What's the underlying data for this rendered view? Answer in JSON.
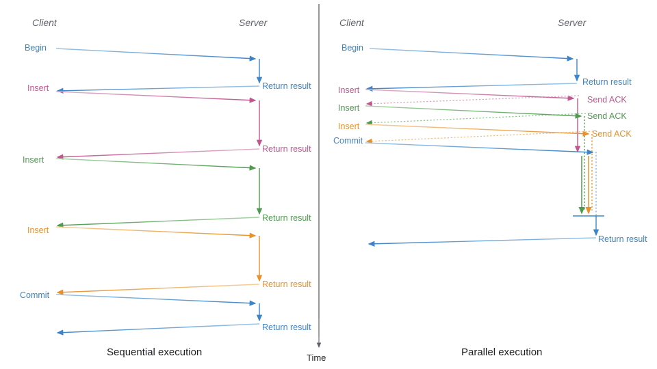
{
  "figure": {
    "title": "Sequential vs parallel transaction execution sequence diagram",
    "background": "#ffffff",
    "time_axis": {
      "label": "Time",
      "direction": "downward",
      "color": "#5f6368"
    }
  },
  "colors": {
    "blue": "#3d85c8",
    "blue_light": "#7fb0dc",
    "pink": "#c2578f",
    "pink_light": "#d9a0bf",
    "green": "#4f9a4f",
    "green_light": "#8fc48f",
    "orange": "#e8912a",
    "orange_light": "#f2bd7e",
    "actor_text": "#5f6368",
    "caption_text": "#202124"
  },
  "left_panel": {
    "caption": "Sequential execution",
    "actors": {
      "client": "Client",
      "server": "Server"
    },
    "client_labels": [
      {
        "text": "Begin",
        "color": "blue"
      },
      {
        "text": "Insert",
        "color": "pink"
      },
      {
        "text": "Insert",
        "color": "green"
      },
      {
        "text": "Insert",
        "color": "orange"
      },
      {
        "text": "Commit",
        "color": "blue"
      }
    ],
    "server_labels": [
      {
        "text": "Return result",
        "color": "blue"
      },
      {
        "text": "Return result",
        "color": "pink"
      },
      {
        "text": "Return result",
        "color": "green"
      },
      {
        "text": "Return result",
        "color": "orange"
      },
      {
        "text": "Return result",
        "color": "blue"
      }
    ]
  },
  "right_panel": {
    "caption": "Parallel execution",
    "actors": {
      "client": "Client",
      "server": "Server"
    },
    "client_labels": [
      {
        "text": "Begin",
        "color": "blue"
      },
      {
        "text": "Insert",
        "color": "pink"
      },
      {
        "text": "Insert",
        "color": "green"
      },
      {
        "text": "Insert",
        "color": "orange"
      },
      {
        "text": "Commit",
        "color": "blue"
      }
    ],
    "server_labels": [
      {
        "text": "Return result",
        "color": "blue"
      },
      {
        "text": "Send ACK",
        "color": "pink"
      },
      {
        "text": "Send ACK",
        "color": "green"
      },
      {
        "text": "Send ACK",
        "color": "orange"
      },
      {
        "text": "Return result",
        "color": "blue"
      }
    ]
  },
  "chart_data": {
    "type": "sequence-diagram",
    "panels": [
      {
        "name": "Sequential execution",
        "lifelines": [
          "Client",
          "Server"
        ],
        "messages": [
          {
            "from": "Client",
            "to": "Server",
            "label": "Begin",
            "color": "blue",
            "style": "solid"
          },
          {
            "from": "Server",
            "to": "Server",
            "label": "",
            "color": "blue",
            "style": "processing"
          },
          {
            "from": "Server",
            "to": "Client",
            "label": "Return result",
            "color": "blue",
            "style": "solid"
          },
          {
            "from": "Client",
            "to": "Server",
            "label": "Insert",
            "color": "pink",
            "style": "solid"
          },
          {
            "from": "Server",
            "to": "Server",
            "label": "",
            "color": "pink",
            "style": "processing"
          },
          {
            "from": "Server",
            "to": "Client",
            "label": "Return result",
            "color": "pink",
            "style": "solid"
          },
          {
            "from": "Client",
            "to": "Server",
            "label": "Insert",
            "color": "green",
            "style": "solid"
          },
          {
            "from": "Server",
            "to": "Server",
            "label": "",
            "color": "green",
            "style": "processing"
          },
          {
            "from": "Server",
            "to": "Client",
            "label": "Return result",
            "color": "green",
            "style": "solid"
          },
          {
            "from": "Client",
            "to": "Server",
            "label": "Insert",
            "color": "orange",
            "style": "solid"
          },
          {
            "from": "Server",
            "to": "Server",
            "label": "",
            "color": "orange",
            "style": "processing"
          },
          {
            "from": "Server",
            "to": "Client",
            "label": "Return result",
            "color": "orange",
            "style": "solid"
          },
          {
            "from": "Client",
            "to": "Server",
            "label": "Commit",
            "color": "blue",
            "style": "solid"
          },
          {
            "from": "Server",
            "to": "Server",
            "label": "",
            "color": "blue",
            "style": "processing"
          },
          {
            "from": "Server",
            "to": "Client",
            "label": "Return result",
            "color": "blue",
            "style": "solid"
          }
        ]
      },
      {
        "name": "Parallel execution",
        "lifelines": [
          "Client",
          "Server"
        ],
        "messages": [
          {
            "from": "Client",
            "to": "Server",
            "label": "Begin",
            "color": "blue",
            "style": "solid"
          },
          {
            "from": "Server",
            "to": "Server",
            "label": "",
            "color": "blue",
            "style": "processing"
          },
          {
            "from": "Server",
            "to": "Client",
            "label": "Return result",
            "color": "blue",
            "style": "solid"
          },
          {
            "from": "Client",
            "to": "Server",
            "label": "Insert",
            "color": "pink",
            "style": "solid"
          },
          {
            "from": "Server",
            "to": "Client",
            "label": "Send ACK",
            "color": "pink",
            "style": "dotted"
          },
          {
            "from": "Client",
            "to": "Server",
            "label": "Insert",
            "color": "green",
            "style": "solid"
          },
          {
            "from": "Server",
            "to": "Client",
            "label": "Send ACK",
            "color": "green",
            "style": "dotted"
          },
          {
            "from": "Client",
            "to": "Server",
            "label": "Insert",
            "color": "orange",
            "style": "solid"
          },
          {
            "from": "Server",
            "to": "Client",
            "label": "Send ACK",
            "color": "orange",
            "style": "dotted"
          },
          {
            "from": "Client",
            "to": "Server",
            "label": "Commit",
            "color": "blue",
            "style": "solid"
          },
          {
            "from": "Server",
            "to": "Server",
            "label": "",
            "color": "pink",
            "style": "processing"
          },
          {
            "from": "Server",
            "to": "Server",
            "label": "",
            "color": "green",
            "style": "processing"
          },
          {
            "from": "Server",
            "to": "Server",
            "label": "",
            "color": "orange",
            "style": "processing"
          },
          {
            "from": "Server",
            "to": "Server",
            "label": "",
            "color": "blue",
            "style": "barrier"
          },
          {
            "from": "Server",
            "to": "Client",
            "label": "Return result",
            "color": "blue",
            "style": "solid"
          }
        ]
      }
    ],
    "annotations": [
      "Time"
    ]
  }
}
